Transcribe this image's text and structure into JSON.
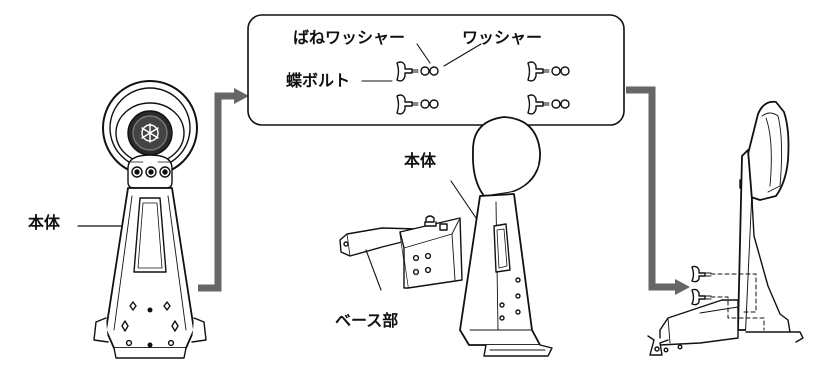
{
  "labels": {
    "spring_washer": "ばねワッシャー",
    "washer": "ワッシャー",
    "wing_bolt": "蝶ボルト",
    "body_left": "本体",
    "body_center": "本体",
    "base": "ベース部"
  },
  "colors": {
    "line": "#111111",
    "arrow": "#666666",
    "fill": "#ffffff",
    "shade": "#d8d8d8",
    "dark": "#222222"
  },
  "icons": [
    "wing-bolt-icon",
    "spring-washer-icon",
    "washer-icon",
    "flow-arrow-icon",
    "yamaha-logo-icon"
  ]
}
